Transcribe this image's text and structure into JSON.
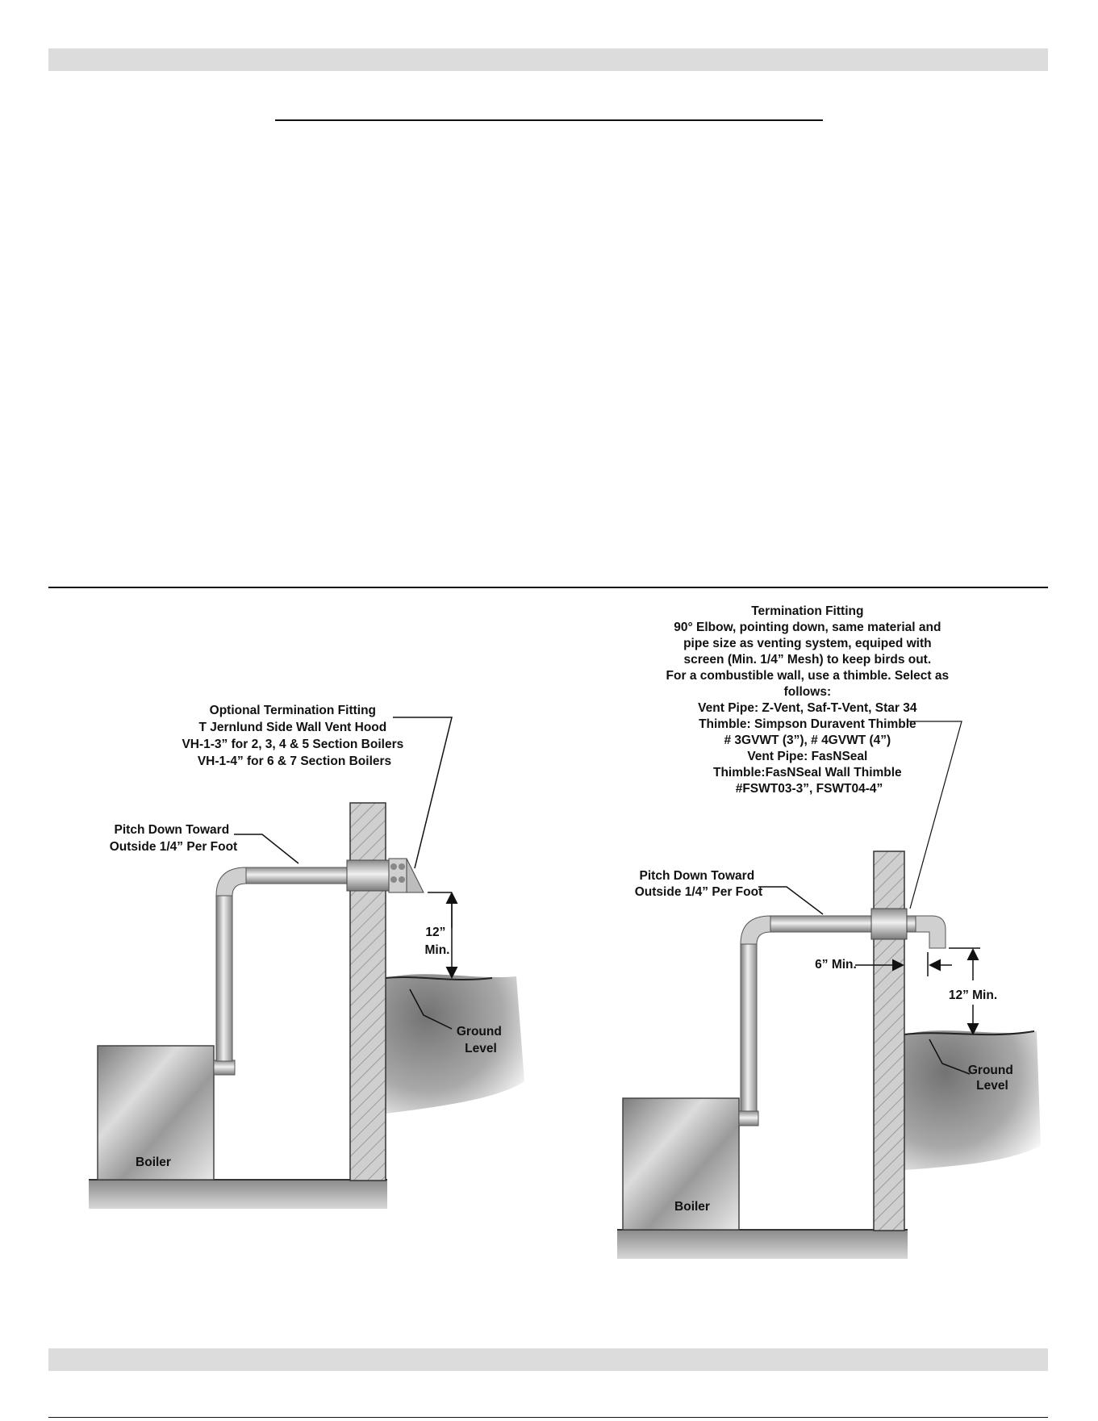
{
  "figure1": {
    "optional_termination": [
      "Optional Termination Fitting",
      "T Jernlund Side Wall Vent Hood",
      "VH-1-3” for 2, 3, 4 & 5 Section Boilers",
      "VH-1-4” for 6 & 7 Section Boilers"
    ],
    "pitch": [
      "Pitch Down Toward",
      "Outside 1/4” Per Foot"
    ],
    "clearance": [
      "12”",
      "Min."
    ],
    "ground": [
      "Ground",
      "Level"
    ],
    "boiler": "Boiler"
  },
  "figure2": {
    "termination": [
      "Termination Fitting",
      "90° Elbow, pointing down, same material and",
      "pipe size as venting system, equiped with",
      "screen (Min. 1/4” Mesh) to keep birds out.",
      "For a combustible wall, use a thimble.  Select as",
      "follows:",
      "Vent Pipe: Z-Vent, Saf-T-Vent, Star 34",
      "Thimble: Simpson Duravent Thimble",
      "# 3GVWT (3”), # 4GVWT (4”)",
      "Vent Pipe: FasNSeal",
      "Thimble:FasNSeal Wall Thimble",
      "#FSWT03-3”, FSWT04-4”"
    ],
    "pitch": [
      "Pitch Down Toward",
      "Outside 1/4” Per Foot"
    ],
    "wall_clearance": "6” Min.",
    "clearance": "12” Min.",
    "ground": [
      "Ground",
      "Level"
    ],
    "boiler": "Boiler"
  }
}
